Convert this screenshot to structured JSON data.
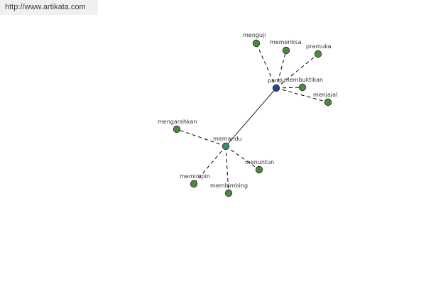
{
  "header": {
    "url": "http://www.artikata.com"
  },
  "colors": {
    "leaf": "#4a8a3e",
    "hub_memandu": "#3a8a7a",
    "hub_pandu": "#2c3f8c"
  },
  "graph": {
    "nodes": [
      {
        "id": "pandu",
        "label": "pandu",
        "kind": "hub_pandu"
      },
      {
        "id": "memandu",
        "label": "memandu",
        "kind": "hub_memandu"
      },
      {
        "id": "menguji",
        "label": "menguji",
        "kind": "leaf"
      },
      {
        "id": "memeriksa",
        "label": "memeriksa",
        "kind": "leaf"
      },
      {
        "id": "pramuka",
        "label": "pramuka",
        "kind": "leaf"
      },
      {
        "id": "membuktikan",
        "label": "membuktikan",
        "kind": "leaf"
      },
      {
        "id": "menjajal",
        "label": "menjajal",
        "kind": "leaf"
      },
      {
        "id": "mengarahkan",
        "label": "mengarahkan",
        "kind": "leaf"
      },
      {
        "id": "menuntun",
        "label": "menuntun",
        "kind": "leaf"
      },
      {
        "id": "memimpin",
        "label": "memimpin",
        "kind": "leaf"
      },
      {
        "id": "membimbing",
        "label": "membimbing",
        "kind": "leaf"
      }
    ],
    "edges": [
      {
        "from": "pandu",
        "to": "memandu",
        "style": "solid"
      },
      {
        "from": "pandu",
        "to": "menguji",
        "style": "dashed"
      },
      {
        "from": "pandu",
        "to": "memeriksa",
        "style": "dashed"
      },
      {
        "from": "pandu",
        "to": "pramuka",
        "style": "dashed"
      },
      {
        "from": "pandu",
        "to": "membuktikan",
        "style": "dashed"
      },
      {
        "from": "pandu",
        "to": "menjajal",
        "style": "dashed"
      },
      {
        "from": "memandu",
        "to": "mengarahkan",
        "style": "dashed"
      },
      {
        "from": "memandu",
        "to": "menuntun",
        "style": "dashed"
      },
      {
        "from": "memandu",
        "to": "memimpin",
        "style": "dashed"
      },
      {
        "from": "memandu",
        "to": "membimbing",
        "style": "dashed"
      }
    ]
  }
}
